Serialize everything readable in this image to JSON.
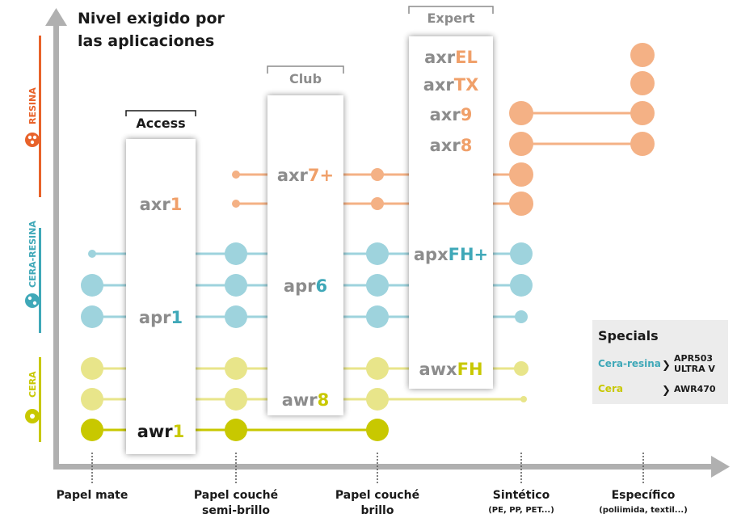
{
  "y_axis_title_line1": "Nivel exigido por",
  "y_axis_title_line2": "las aplicaciones",
  "categories": [
    {
      "name": "RESINA",
      "color": "#f0a06a"
    },
    {
      "name": "CERA-RESINA",
      "color": "#3fa8b8"
    },
    {
      "name": "CERA",
      "color": "#c8c800"
    }
  ],
  "groups": {
    "access": "Access",
    "club": "Club",
    "expert": "Expert"
  },
  "products": {
    "axr1": {
      "base": "axr",
      "suffix": "1"
    },
    "apr1": {
      "base": "apr",
      "suffix": "1"
    },
    "awr1": {
      "base": "awr",
      "suffix": "1"
    },
    "axr7": {
      "base": "axr",
      "suffix": "7+"
    },
    "apr6": {
      "base": "apr",
      "suffix": "6"
    },
    "awr8": {
      "base": "awr",
      "suffix": "8"
    },
    "axrel": {
      "base": "axr",
      "suffix": "EL"
    },
    "axrtx": {
      "base": "axr",
      "suffix": "TX"
    },
    "axr9": {
      "base": "axr",
      "suffix": "9"
    },
    "axr8": {
      "base": "axr",
      "suffix": "8"
    },
    "apxfh": {
      "base": "apx",
      "suffix": "FH+"
    },
    "awxfh": {
      "base": "awx",
      "suffix": "FH"
    }
  },
  "x_axis": [
    {
      "line1": "Papel mate",
      "line2": ""
    },
    {
      "line1": "Papel couché",
      "line2": "semi-brillo"
    },
    {
      "line1": "Papel couché",
      "line2": "brillo"
    },
    {
      "line1": "Sintético",
      "line2": "(PE, PP, PET...)"
    },
    {
      "line1": "Específico",
      "line2": "(poliimida, textil...)"
    }
  ],
  "specials": {
    "title": "Specials",
    "row1_label": "Cera-resina",
    "row1_value_line1": "APR503",
    "row1_value_line2": "ULTRA V",
    "row2_label": "Cera",
    "row2_value": "AWR470"
  },
  "colors": {
    "resina": "#f4b185",
    "resina_text": "#f0a06a",
    "cera_resina": "#9ed3dd",
    "cera_resina_text": "#3fa8b8",
    "cera": "#e8e58a",
    "cera_strong": "#c8c800",
    "gray_text": "#8c8c8c",
    "axis": "#aaaaaa"
  }
}
